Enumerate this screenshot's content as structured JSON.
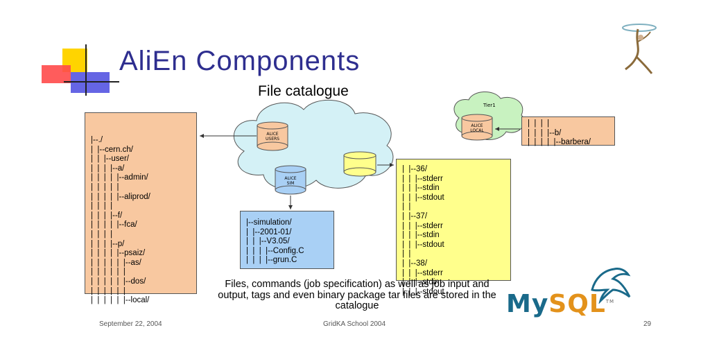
{
  "title": "AliEn Components",
  "subtitle": "File catalogue",
  "cloud_labels": {
    "alice_users": [
      "ALICE",
      "USERS"
    ],
    "alice_sim": [
      "ALICE",
      "SIM"
    ],
    "tier1": "Tier1",
    "alice_local": [
      "ALICE",
      "LOCAL"
    ]
  },
  "users_tree": "|--./\n|  |--cern.ch/\n|  |  |--user/\n|  |  |  |--a/\n|  |  |  |  |--admin/\n|  |  |  |  |\n|  |  |  |  |--aliprod/\n|  |  |  |\n|  |  |  |--f/\n|  |  |  |  |--fca/\n|  |  |  |\n|  |  |  |--p/\n|  |  |  |  |--psaiz/\n|  |  |  |  |  |--as/\n|  |  |  |  |  |\n|  |  |  |  |  |--dos/\n|  |  |  |  |  |\n|  |  |  |  |  |--local/",
  "sim_tree": "|--simulation/\n|  |--2001-01/\n|  |  |--V3.05/\n|  |  |  |--Config.C\n|  |  |  |--grun.C",
  "jobs_tree": "|  |--36/\n|  |  |--stderr\n|  |  |--stdin\n|  |  |--stdout\n|  |\n|  |--37/\n|  |  |--stderr\n|  |  |--stdin\n|  |  |--stdout\n|  |\n|  |--38/\n|  |  |--stderr\n|  |  |--stdin\n|  |  |--stdout",
  "tier_tree": "|  |  |  |\n|  |  |  |--b/\n|  |  |  |  |--barbera/",
  "description": "Files, commands (job specification) as well as job input and output, tags and even binary package tar files are stored in the catalogue",
  "footer": {
    "date": "September 22, 2004",
    "event": "GridKA School 2004",
    "page": "29"
  },
  "mysql_logo": {
    "my": "My",
    "sql": "SQL",
    "tm": "TM"
  },
  "colors": {
    "title": "#2e2e8f",
    "orange_box": "#f8c8a0",
    "blue_box": "#a9d0f5",
    "yellow_box": "#ffff8c",
    "cloud": "#d4f1f6",
    "tier_cloud": "#c8f2c0"
  }
}
